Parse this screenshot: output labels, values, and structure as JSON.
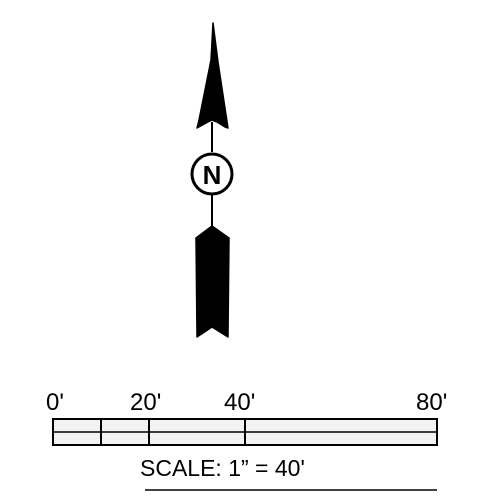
{
  "north_arrow": {
    "letter": "N",
    "icon": "north-arrow-icon",
    "color": "#000000"
  },
  "scale_bar": {
    "tick_labels": [
      "0'",
      "20'",
      "40'",
      "80'"
    ],
    "scale_text": "SCALE: 1”  =  40'",
    "units_per_inch": 40,
    "fill_color": "#f2f2f2",
    "stroke_color": "#000000"
  }
}
